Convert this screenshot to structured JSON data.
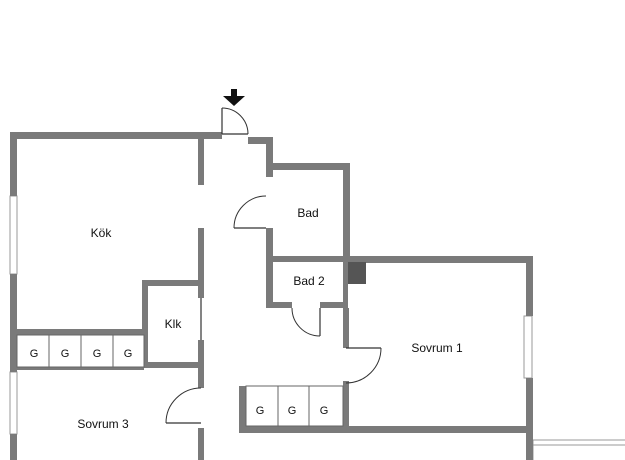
{
  "rooms": {
    "kok": "Kök",
    "bad": "Bad",
    "bad2": "Bad 2",
    "klk": "Klk",
    "sovrum1": "Sovrum 1",
    "sovrum3": "Sovrum 3"
  },
  "storage_mark": "G",
  "colors": {
    "wall": "#7a7a7a",
    "fixture_line": "#333333"
  },
  "icons": {
    "entrance": "entrance-arrow-icon"
  }
}
